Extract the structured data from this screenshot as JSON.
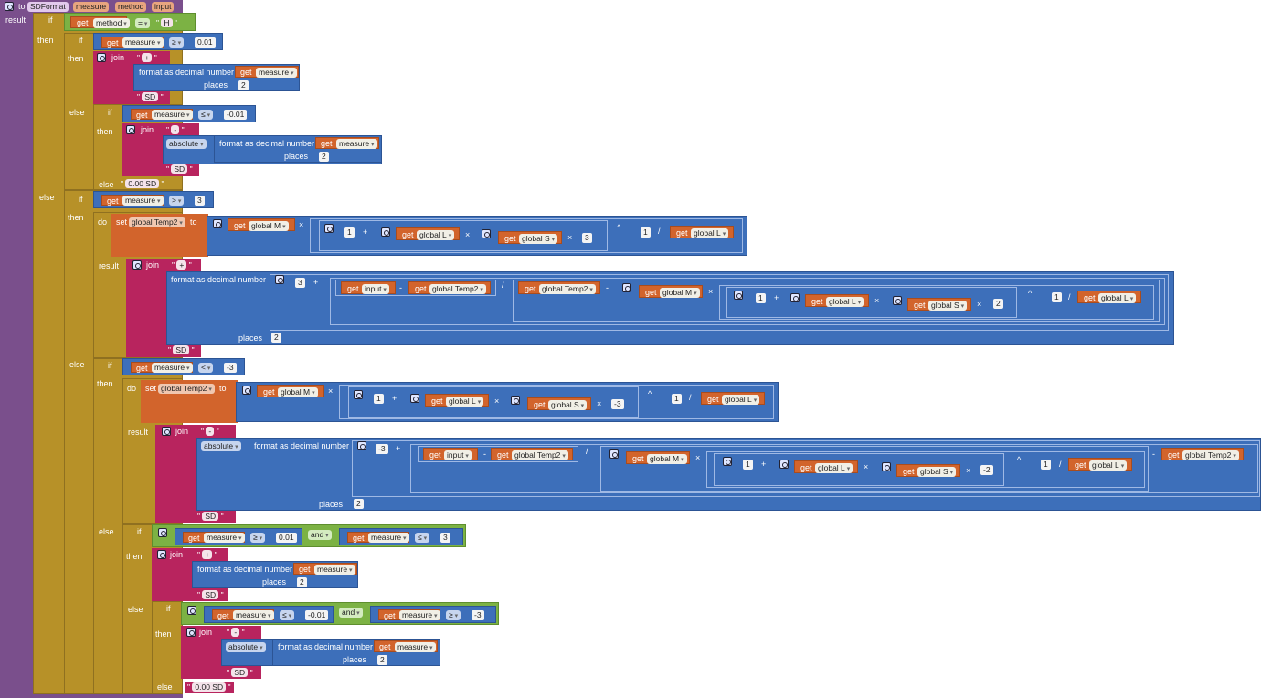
{
  "procedure": {
    "keyword_to": "to",
    "name": "SDFormat",
    "params": [
      "measure",
      "method",
      "input"
    ],
    "result_label": "result"
  },
  "keywords": {
    "if": "if",
    "then": "then",
    "else": "else",
    "do": "do",
    "result": "result",
    "set": "set",
    "to": "to",
    "get": "get",
    "join": "join",
    "format": "format as decimal number",
    "places": "places",
    "absolute": "absolute",
    "and": "and"
  },
  "vars": {
    "measure": "measure",
    "method": "method",
    "input": "input",
    "temp2": "global Temp2",
    "M": "global M",
    "L": "global L",
    "S": "global S"
  },
  "ops": {
    "eq": "=",
    "gte": "≥",
    "lte": "≤",
    "gt": ">",
    "lt": "<",
    "plus": "+",
    "minus": "-",
    "times": "×",
    "div": "/",
    "pow": "^"
  },
  "literals": {
    "H": "H",
    "plus_str": "+",
    "minus_str": "-",
    "SD": "SD",
    "zero_sd": "0.00 SD",
    "n001": "0.01",
    "nm001": "-0.01",
    "n3": "3",
    "nm3": "-3",
    "n1": "1",
    "n2": "2",
    "nm2": "-2"
  },
  "colors": {
    "procedure": "#7a4f8c",
    "control": "#b79128",
    "text": "#b8245e",
    "math": "#3d6fba",
    "logic": "#7cb244",
    "variable": "#d2642c"
  },
  "icons": [
    "mutator-gear-icon"
  ]
}
